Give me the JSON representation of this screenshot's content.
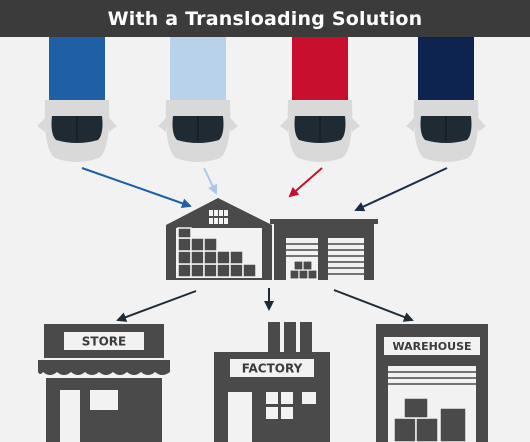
{
  "title": "With a Transloading Solution",
  "colors": {
    "header_bg": "#3b3b3b",
    "background": "#f2f2f2",
    "building": "#4a4a4a",
    "truck_cab": "#d9d9d9",
    "truck_windshield": "#1f2a33"
  },
  "trucks": [
    {
      "name": "blue",
      "color": "#1f5fa6",
      "arrow_color": "#1f5fa6"
    },
    {
      "name": "light-blue",
      "color": "#b7d2ea",
      "arrow_color": "#a9c9e6"
    },
    {
      "name": "red",
      "color": "#c8102e",
      "arrow_color": "#c8102e"
    },
    {
      "name": "navy",
      "color": "#0d2350",
      "arrow_color": "#1a2c4a"
    }
  ],
  "destinations": {
    "store": "STORE",
    "factory": "FACTORY",
    "warehouse": "WAREHOUSE"
  }
}
